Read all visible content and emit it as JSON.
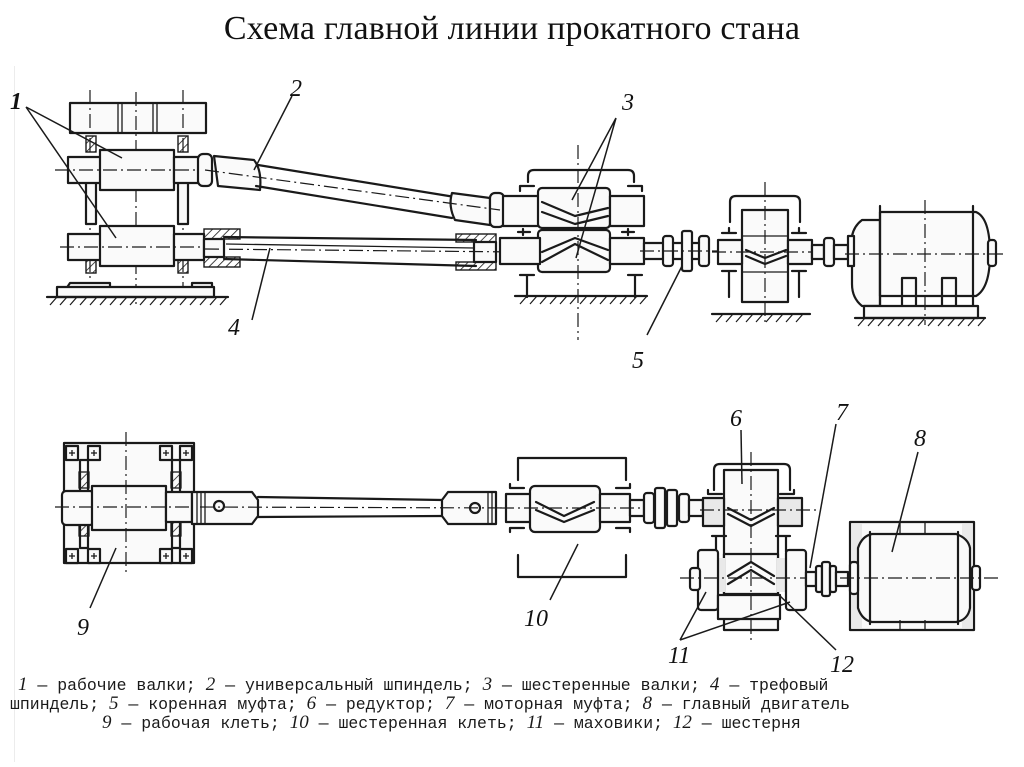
{
  "title": "Схема главной линии прокатного стана",
  "callouts": {
    "top": [
      "1",
      "2",
      "3",
      "4",
      "5"
    ],
    "bottom": [
      "6",
      "7",
      "8",
      "9",
      "10",
      "11",
      "12"
    ]
  },
  "diagrams": {
    "top": {
      "description": "Main line with working stand, universal spindle, pinion stand, main coupling, reducer and motor",
      "components": [
        "working-rolls",
        "universal-spindle",
        "pinion-rolls",
        "wobbler-spindle",
        "main-coupling",
        "reducer",
        "main-motor"
      ]
    },
    "bottom": {
      "description": "Main line with working stand, spindle, pinion stand, reducer with flywheels, motor coupling and motor",
      "components": [
        "working-stand",
        "spindle",
        "pinion-stand",
        "coupling",
        "reducer",
        "flywheels",
        "gear",
        "motor-coupling",
        "main-motor"
      ]
    }
  },
  "legend": {
    "rows": [
      [
        {
          "num": "1",
          "text": " — рабочие валки; "
        },
        {
          "num": "2",
          "text": " — универсальный шпиндель; "
        },
        {
          "num": "3",
          "text": " — шестеренные валки; "
        },
        {
          "num": "4",
          "text": " — трефовый"
        }
      ],
      [
        {
          "num": "",
          "text": "шпиндель; "
        },
        {
          "num": "5",
          "text": " — коренная муфта; "
        },
        {
          "num": "6",
          "text": " — редуктор; "
        },
        {
          "num": "7",
          "text": " — моторная муфта; "
        },
        {
          "num": "8",
          "text": " — главный двигатель"
        }
      ],
      [
        {
          "num": "9",
          "text": " — рабочая клеть; "
        },
        {
          "num": "10",
          "text": " — шестеренная клеть; "
        },
        {
          "num": "11",
          "text": " — маховики; "
        },
        {
          "num": "12",
          "text": " — шестерня"
        }
      ]
    ]
  }
}
